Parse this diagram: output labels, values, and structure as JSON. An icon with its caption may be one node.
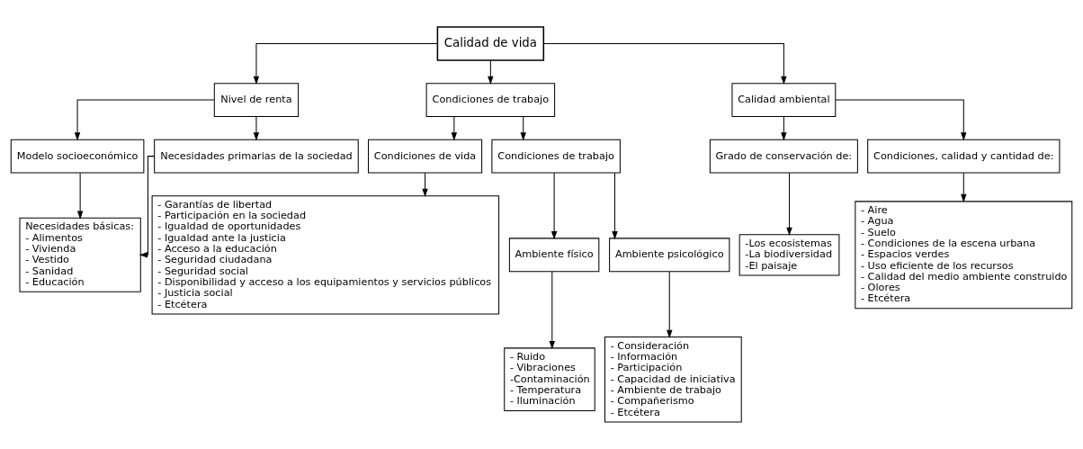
{
  "diagram": {
    "nodes": [
      {
        "text": [
          "Calidad de vida"
        ]
      },
      {
        "text": [
          "Nivel de renta"
        ]
      },
      {
        "text": [
          "Condiciones de trabajo"
        ]
      },
      {
        "text": [
          "Calidad ambiental"
        ]
      },
      {
        "text": [
          "Modelo socioeconómico"
        ]
      },
      {
        "text": [
          "Necesidades primarias de la sociedad"
        ]
      },
      {
        "text": [
          "Necesidades básicas:",
          "- Alimentos",
          "- Vivienda",
          "- Vestido",
          "- Sanidad",
          "- Educación"
        ]
      },
      {
        "text": [
          "Condiciones de vida"
        ]
      },
      {
        "text": [
          "Condiciones de trabajo"
        ]
      },
      {
        "text": [
          "- Garantías de libertad",
          "- Participación en la sociedad",
          "- Igualdad de oportunidades",
          "- Igualdad ante la justicia",
          "- Acceso a la educación",
          "- Seguridad ciudadana",
          "- Seguridad social",
          "- Disponibilidad y acceso a los equipamientos y servicios públicos",
          "- Justicia social",
          "- Etcétera"
        ]
      },
      {
        "text": [
          "Ambiente físico"
        ]
      },
      {
        "text": [
          "Ambiente psicológico"
        ]
      },
      {
        "text": [
          "- Ruido",
          "- Vibraciones",
          "-Contaminación",
          "- Temperatura",
          "- Iluminación"
        ]
      },
      {
        "text": [
          "- Consideración",
          "- Información",
          "- Participación",
          "- Capacidad de iniciativa",
          "- Ambiente de trabajo",
          "- Compañerismo",
          "- Etcétera"
        ]
      },
      {
        "text": [
          "Grado de conservación de:"
        ]
      },
      {
        "text": [
          "Condiciones, calidad y cantidad de:"
        ]
      },
      {
        "text": [
          "-Los ecosistemas",
          "-La biodiversidad",
          "-El paisaje"
        ]
      },
      {
        "text": [
          "- Aire",
          "- Agua",
          "- Suelo",
          "- Condiciones de la escena urbana",
          "- Espacios verdes",
          "- Uso eficiente de los recursos",
          "- Calidad del medio ambiente construido",
          "- Olores",
          "- Etcétera"
        ]
      }
    ],
    "edges": [
      {
        "from": 0,
        "to": 1,
        "arrow": "to"
      },
      {
        "from": 0,
        "to": 2,
        "arrow": "to"
      },
      {
        "from": 0,
        "to": 3,
        "arrow": "to"
      },
      {
        "from": 1,
        "to": 4,
        "arrow": "to"
      },
      {
        "from": 1,
        "to": 5,
        "arrow": "to"
      },
      {
        "from": 4,
        "to": 6,
        "arrow": "to"
      },
      {
        "from": 5,
        "to": 6,
        "arrow": "to"
      },
      {
        "from": 2,
        "to": 7,
        "arrow": "to"
      },
      {
        "from": 2,
        "to": 8,
        "arrow": "to"
      },
      {
        "from": 7,
        "to": 9,
        "arrow": "to"
      },
      {
        "from": 8,
        "to": 10,
        "arrow": "to"
      },
      {
        "from": 8,
        "to": 11,
        "arrow": "to"
      },
      {
        "from": 10,
        "to": 12,
        "arrow": "to"
      },
      {
        "from": 11,
        "to": 13,
        "arrow": "to"
      },
      {
        "from": 3,
        "to": 14,
        "arrow": "to"
      },
      {
        "from": 3,
        "to": 15,
        "arrow": "to"
      },
      {
        "from": 14,
        "to": 16,
        "arrow": "to"
      },
      {
        "from": 15,
        "to": 17,
        "arrow": "to"
      }
    ]
  }
}
